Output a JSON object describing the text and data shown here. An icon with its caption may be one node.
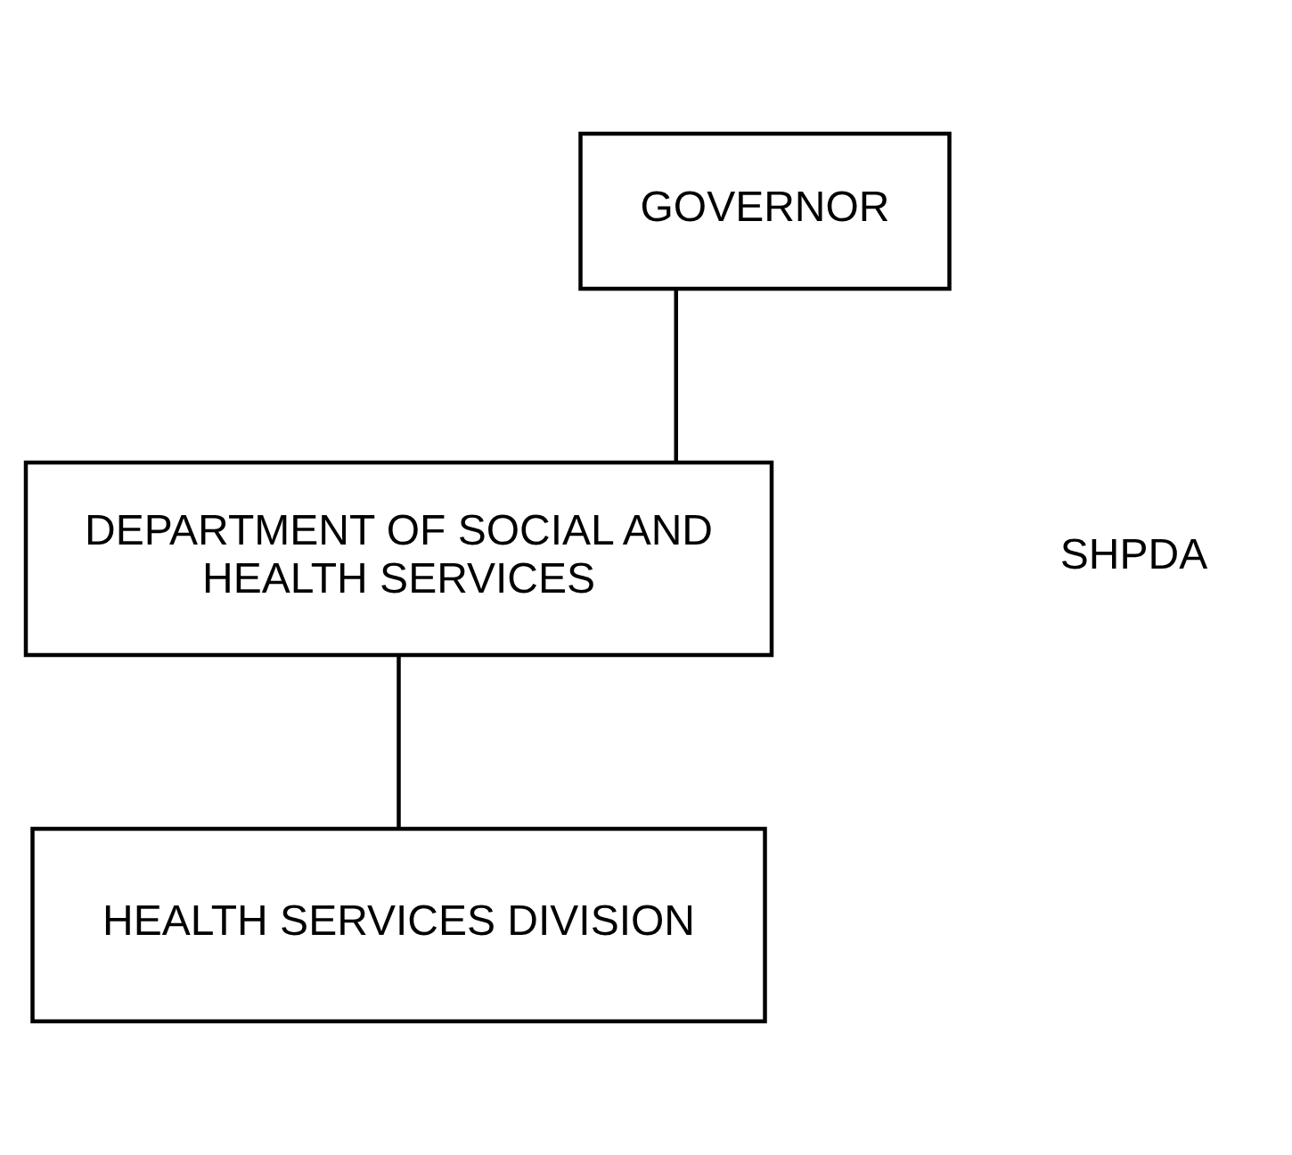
{
  "diagram": {
    "nodes": [
      {
        "text": [
          "GOVERNOR"
        ]
      },
      {
        "text": [
          "DEPARTMENT OF SOCIAL AND HEALTH SERVICES"
        ]
      },
      {
        "text": [
          "HEALTH SERVICES DIVISION"
        ]
      }
    ],
    "edges": [
      {
        "from": 0,
        "to": 1,
        "arrow": "none"
      },
      {
        "from": 1,
        "to": 2,
        "arrow": "none"
      }
    ],
    "labels": [
      "SHPDA"
    ]
  }
}
